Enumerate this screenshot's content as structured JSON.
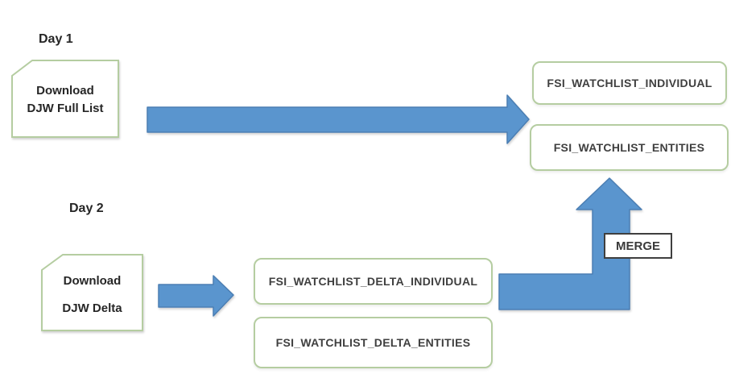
{
  "diagram": {
    "day1": {
      "label": "Day 1",
      "doc": {
        "line1": "Download",
        "line2": "DJW Full List"
      }
    },
    "day2": {
      "label": "Day 2",
      "doc": {
        "line1": "Download",
        "line2": "DJW Delta"
      }
    },
    "tables": {
      "individual": "FSI_WATCHLIST_INDIVIDUAL",
      "entities": "FSI_WATCHLIST_ENTITIES",
      "delta_individual": "FSI_WATCHLIST_DELTA_INDIVIDUAL",
      "delta_entities": "FSI_WATCHLIST_DELTA_ENTITIES"
    },
    "merge_label": "MERGE",
    "colors": {
      "arrow_fill": "#5a95ce",
      "arrow_stroke": "#4b7eb3",
      "shape_border_green": "#b5cda1",
      "box_text": "#3f3f3f",
      "merge_border": "#3f3f3f",
      "background": "#ffffff"
    }
  }
}
